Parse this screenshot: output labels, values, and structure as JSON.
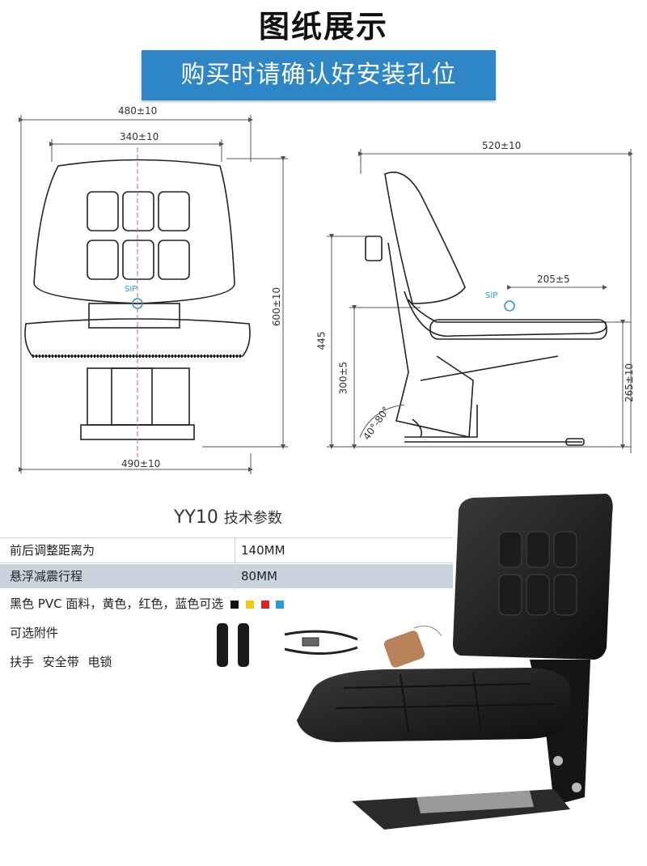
{
  "header": {
    "title": "图纸展示",
    "banner": "购买时请确认好安装孔位"
  },
  "drawing": {
    "front": {
      "width_top": "480±10",
      "width_back": "340±10",
      "height": "600±10",
      "width_base": "490±10",
      "sip": "SIP"
    },
    "side": {
      "depth": "520±10",
      "sip_offset": "205±5",
      "sip": "SIP",
      "total_height": "445",
      "seat_height": "300±5",
      "seat_front": "265±10",
      "angle": "40°-80°"
    }
  },
  "specs": {
    "title_model": "YY10",
    "title_label": "技术参数",
    "rows": [
      {
        "label": "前后调整距离为",
        "value": "140MM"
      },
      {
        "label": "悬浮减震行程",
        "value": "80MM"
      }
    ],
    "colors_text": "黑色 PVC 面料，黄色，红色，蓝色可选",
    "swatches": [
      "#111111",
      "#f2c81d",
      "#d9252a",
      "#2a9ad8"
    ],
    "optional_title": "可选附件",
    "optional_items": "扶手 安全带 电锁"
  }
}
